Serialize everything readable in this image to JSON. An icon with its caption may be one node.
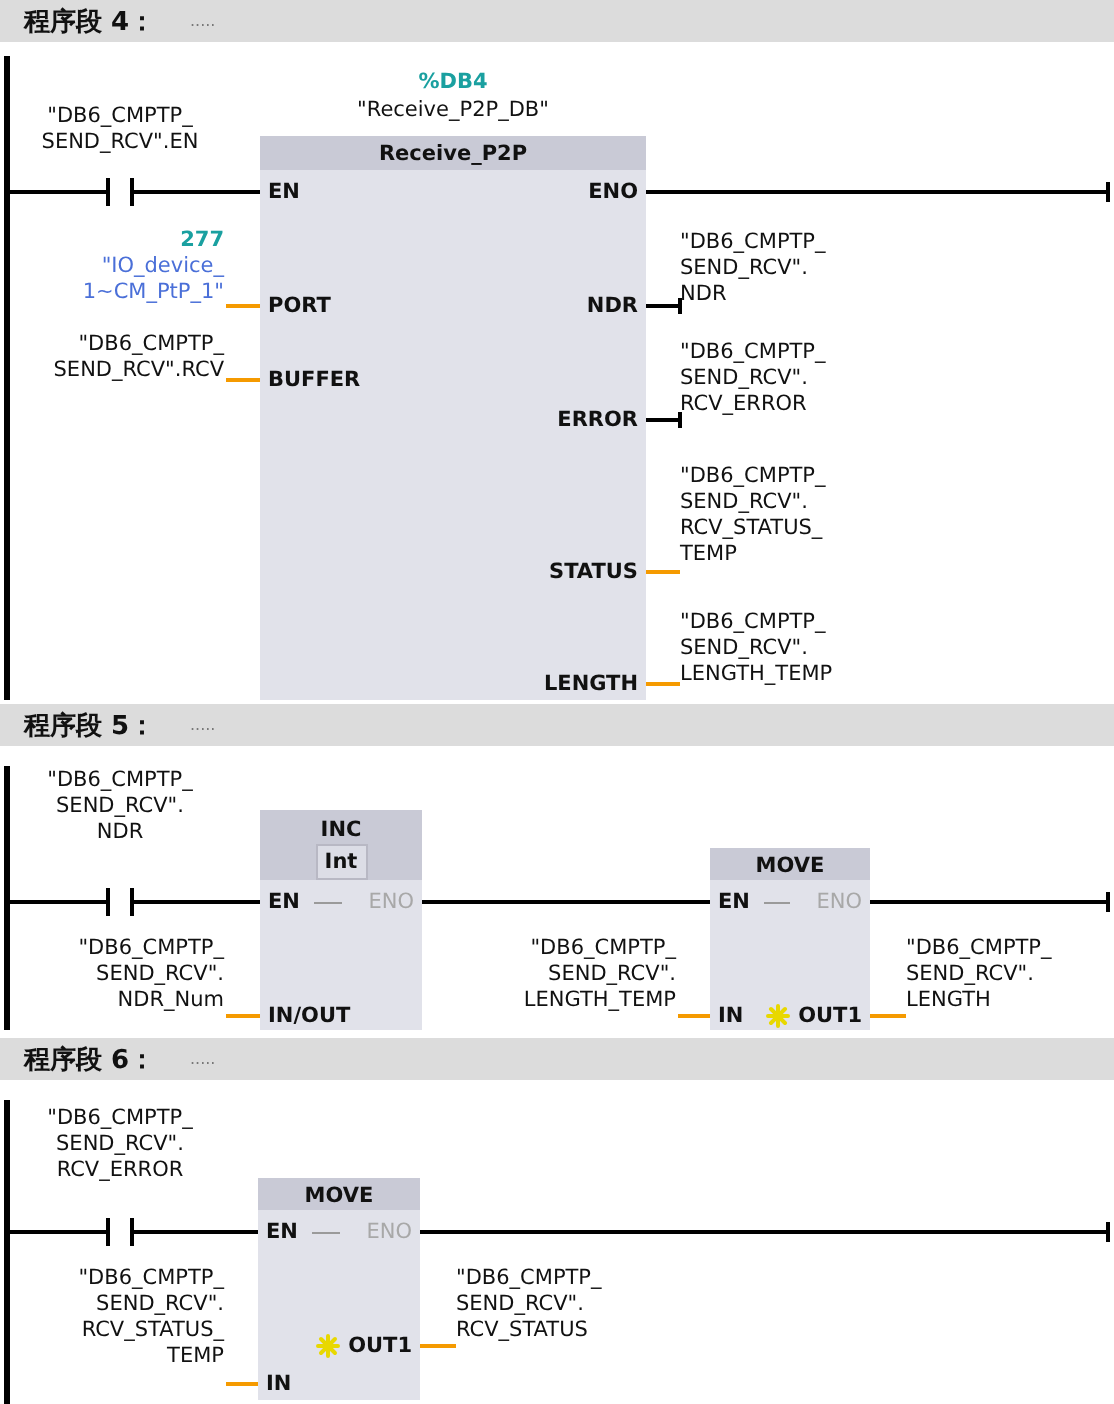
{
  "diagram": {
    "nodes": [
      {
        "text": [
          "程序段 4：",
          "....."
        ]
      },
      {
        "text": [],
        "shape": "bar"
      },
      {
        "text": [
          "\"DB6_CMPTP_ SEND_RCV\".EN"
        ]
      },
      {
        "text": [
          "%DB4",
          "\"Receive_P2P_DB\"",
          "Receive_P2P",
          "EN",
          "ENO",
          "PORT",
          "NDR",
          "BUFFER",
          "ERROR",
          "STATUS",
          "LENGTH"
        ]
      },
      {
        "text": [
          "277",
          "\"IO_device_ 1~CM_PtP_1\""
        ]
      },
      {
        "text": [
          "\"DB6_CMPTP_ SEND_RCV\".RCV"
        ]
      },
      {
        "text": [
          "\"DB6_CMPTP_ SEND_RCV\". NDR"
        ]
      },
      {
        "text": [
          "\"DB6_CMPTP_ SEND_RCV\". RCV_ERROR"
        ]
      },
      {
        "text": [
          "\"DB6_CMPTP_ SEND_RCV\". RCV_STATUS_ TEMP"
        ]
      },
      {
        "text": [
          "\"DB6_CMPTP_ SEND_RCV\". LENGTH_TEMP"
        ]
      },
      {
        "text": [],
        "shape": "bar"
      },
      {
        "text": [
          "程序段 5：",
          "....."
        ]
      },
      {
        "text": [],
        "shape": "bar"
      },
      {
        "text": [
          "\"DB6_CMPTP_ SEND_RCV\". NDR"
        ]
      },
      {
        "text": [
          "INC",
          "Int",
          "EN",
          "ENO",
          "IN/OUT"
        ]
      },
      {
        "text": [
          "\"DB6_CMPTP_ SEND_RCV\". NDR_Num"
        ]
      },
      {
        "text": [
          "MOVE",
          "EN",
          "ENO",
          "IN",
          "OUT1"
        ]
      },
      {
        "text": [
          "\"DB6_CMPTP_ SEND_RCV\". LENGTH_TEMP"
        ]
      },
      {
        "text": [
          "\"DB6_CMPTP_ SEND_RCV\". LENGTH"
        ]
      },
      {
        "text": [],
        "shape": "bar"
      },
      {
        "text": [
          "程序段 6：",
          "....."
        ]
      },
      {
        "text": [],
        "shape": "bar"
      },
      {
        "text": [
          "\"DB6_CMPTP_ SEND_RCV\". RCV_ERROR"
        ]
      },
      {
        "text": [
          "MOVE",
          "EN",
          "ENO",
          "OUT1",
          "IN"
        ]
      },
      {
        "text": [
          "\"DB6_CMPTP_ SEND_RCV\". RCV_STATUS_ TEMP"
        ]
      },
      {
        "text": [
          "\"DB6_CMPTP_ SEND_RCV\". RCV_STATUS"
        ]
      },
      {
        "text": [],
        "shape": "bar"
      }
    ],
    "edges": [
      {
        "from": 1,
        "to": 2,
        "arrow": "none"
      },
      {
        "from": 2,
        "to": 3,
        "arrow": "none"
      },
      {
        "from": 3,
        "to": 10,
        "arrow": "none"
      },
      {
        "from": 4,
        "to": 3,
        "arrow": "none",
        "color": "#f59a00"
      },
      {
        "from": 5,
        "to": 3,
        "arrow": "none",
        "color": "#f59a00"
      },
      {
        "from": 3,
        "to": 6,
        "arrow": "other"
      },
      {
        "from": 3,
        "to": 7,
        "arrow": "other"
      },
      {
        "from": 3,
        "to": 8,
        "arrow": "none",
        "color": "#f59a00"
      },
      {
        "from": 3,
        "to": 9,
        "arrow": "none",
        "color": "#f59a00"
      },
      {
        "from": 12,
        "to": 13,
        "arrow": "none"
      },
      {
        "from": 13,
        "to": 14,
        "arrow": "none"
      },
      {
        "from": 14,
        "to": 16,
        "arrow": "none"
      },
      {
        "from": 16,
        "to": 19,
        "arrow": "none"
      },
      {
        "from": 15,
        "to": 14,
        "arrow": "none",
        "color": "#f59a00"
      },
      {
        "from": 17,
        "to": 16,
        "arrow": "none",
        "color": "#f59a00"
      },
      {
        "from": 16,
        "to": 18,
        "arrow": "none",
        "color": "#f59a00"
      },
      {
        "from": 21,
        "to": 22,
        "arrow": "none"
      },
      {
        "from": 22,
        "to": 23,
        "arrow": "none"
      },
      {
        "from": 23,
        "to": 26,
        "arrow": "none"
      },
      {
        "from": 24,
        "to": 23,
        "arrow": "none",
        "color": "#f59a00"
      },
      {
        "from": 23,
        "to": 25,
        "arrow": "none",
        "color": "#f59a00"
      }
    ]
  }
}
